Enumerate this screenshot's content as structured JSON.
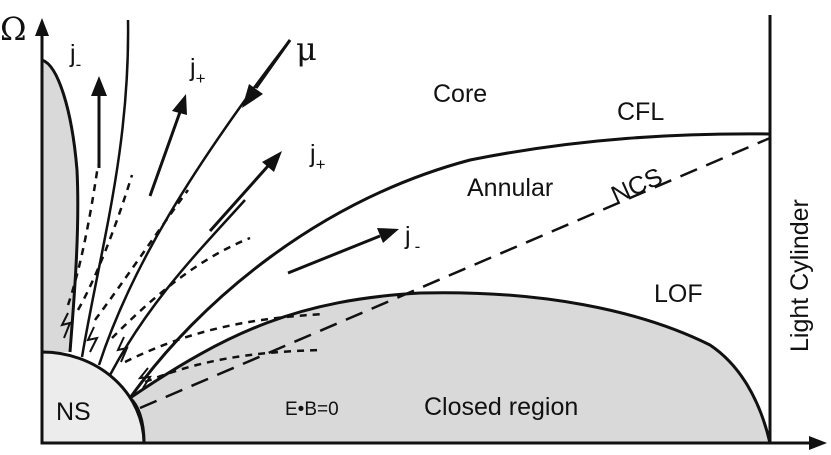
{
  "diagram": {
    "axis_y_label": "Ω",
    "axis_x_label": "",
    "labels": {
      "core": "Core",
      "annular": "Annular",
      "cfl": "CFL",
      "ncs": "NCS",
      "lof": "LOF",
      "light_cylinder": "Light Cylinder",
      "ns": "NS",
      "edotb": "E•B=0",
      "closed_region": "Closed region",
      "mu": "μ"
    },
    "currents": [
      {
        "base": "j",
        "sign": "-"
      },
      {
        "base": "j",
        "sign": "+"
      },
      {
        "base": "j",
        "sign": "+"
      },
      {
        "base": "j",
        "sign": "-"
      }
    ],
    "colors": {
      "line": "#111111",
      "region_fill": "#d9d9d9",
      "star_fill": "#ececec",
      "background": "#ffffff"
    }
  }
}
